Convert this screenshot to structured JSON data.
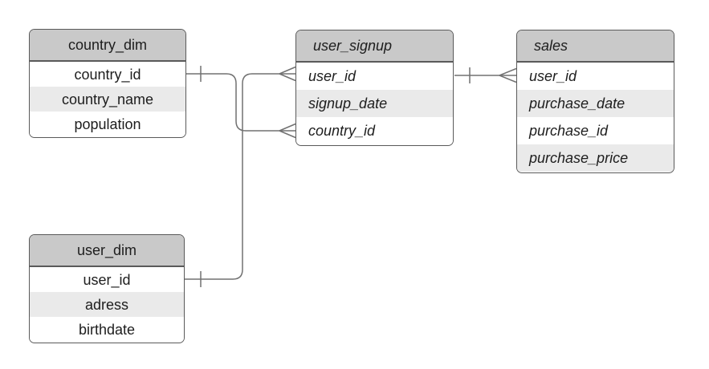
{
  "diagram": {
    "kind": "entity-relationship-diagram",
    "notation": "crows-foot",
    "entities": [
      {
        "name": "country_dim",
        "style": "dimension",
        "fields": [
          "country_id",
          "country_name",
          "population"
        ]
      },
      {
        "name": "user_signup",
        "style": "fact",
        "fields": [
          "user_id",
          "signup_date",
          "country_id"
        ]
      },
      {
        "name": "sales",
        "style": "fact",
        "fields": [
          "user_id",
          "purchase_date",
          "purchase_id",
          "purchase_price"
        ]
      },
      {
        "name": "user_dim",
        "style": "dimension",
        "fields": [
          "user_id",
          "adress",
          "birthdate"
        ]
      }
    ],
    "relationships": [
      {
        "from": "country_dim.country_id",
        "to": "user_signup.country_id",
        "from_cardinality": "one",
        "to_cardinality": "many"
      },
      {
        "from": "user_dim.user_id",
        "to": "user_signup.user_id",
        "from_cardinality": "one",
        "to_cardinality": "many"
      },
      {
        "from": "user_signup.user_id",
        "to": "sales.user_id",
        "from_cardinality": "one",
        "to_cardinality": "many"
      }
    ],
    "colors": {
      "background": "#ffffff",
      "entity_border": "#5a5a5a",
      "header_fill": "#c9c9c9",
      "row_fill": "#ffffff",
      "row_alt_fill": "#eaeaea",
      "connector_line": "#717171",
      "text": "#1d1d1d"
    }
  }
}
